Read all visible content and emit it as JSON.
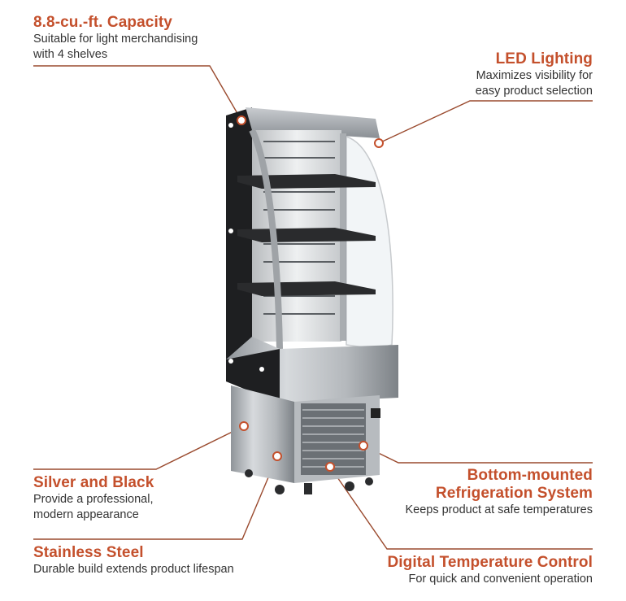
{
  "colors": {
    "accent": "#c4502c",
    "text": "#333333",
    "leader_line": "#9a4a2e"
  },
  "product": {
    "icon": "refrigerated-merchandiser-image"
  },
  "features": {
    "capacity": {
      "title": "8.8-cu.-ft. Capacity",
      "line1": "Suitable for light merchandising",
      "line2": "with 4 shelves"
    },
    "lighting": {
      "title": "LED Lighting",
      "line1": "Maximizes visibility for",
      "line2": "easy product selection"
    },
    "finish": {
      "title": "Silver and Black",
      "line1": "Provide a professional,",
      "line2": "modern appearance"
    },
    "material": {
      "title": "Stainless Steel",
      "line1": "Durable build extends product lifespan"
    },
    "refrigeration": {
      "title1": "Bottom-mounted",
      "title2": "Refrigeration System",
      "line1": "Keeps product at safe temperatures"
    },
    "temperature": {
      "title": "Digital Temperature Control",
      "line1": "For quick and convenient operation"
    }
  }
}
